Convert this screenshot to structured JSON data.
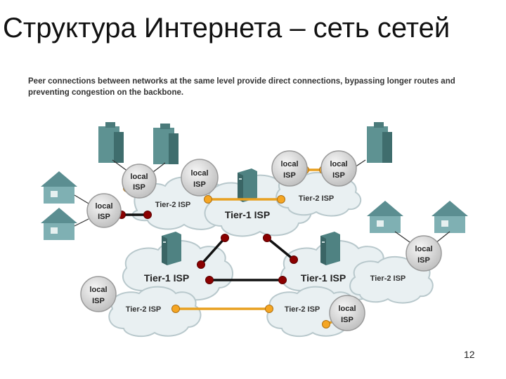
{
  "slide": {
    "title": "Структура Интернета – сеть сетей",
    "caption": "Peer connections between networks at the same level provide direct connections, bypassing longer routes and preventing congestion on the backbone.",
    "page_number": "12"
  },
  "labels": {
    "tier1": "Tier-1 ISP",
    "tier2": "Tier-2 ISP",
    "local_line1": "local",
    "local_line2": "ISP"
  },
  "colors": {
    "cloud_fill": "#e9f0f2",
    "cloud_stroke": "#b8c8cc",
    "backbone_link": "#111111",
    "peer_link": "#e8a020",
    "tier1_node": "#8b0000",
    "peer_node": "#f5a623",
    "local_isp_circle": "#d4d4d4",
    "building": "#5e9292",
    "house": "#6f9fa2"
  }
}
